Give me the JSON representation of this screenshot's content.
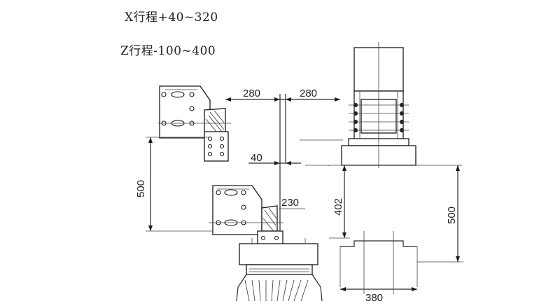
{
  "notes": {
    "x_stroke": "X行程+40~320",
    "z_stroke": "Z行程-100~400"
  },
  "dimensions": {
    "top_left_horizontal": "280",
    "top_right_horizontal": "280",
    "offset_horizontal": "40",
    "left_vertical": "500",
    "gripper_offset": "230",
    "center_vertical": "402",
    "right_vertical": "500",
    "base_width": "380"
  }
}
